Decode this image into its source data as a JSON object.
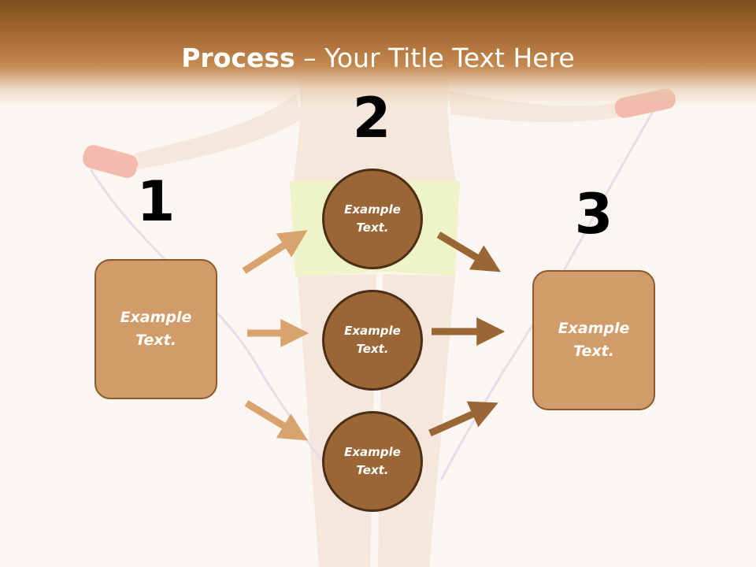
{
  "slide": {
    "title_bold": "Process",
    "title_rest": " – Your Title Text Here",
    "step_numbers": [
      "1",
      "2",
      "3"
    ],
    "left_box": {
      "line1": "Example",
      "line2": "Text."
    },
    "right_box": {
      "line1": "Example",
      "line2": "Text."
    },
    "circles": [
      {
        "line1": "Example",
        "line2": "Text."
      },
      {
        "line1": "Example",
        "line2": "Text."
      },
      {
        "line1": "Example",
        "line2": "Text."
      }
    ]
  },
  "colors": {
    "header": "#a96c34",
    "box_fill": "#d29c6a",
    "circle_fill": "#9a6635",
    "arrow_light": "#d9a36d",
    "arrow_dark": "#9a6635"
  }
}
